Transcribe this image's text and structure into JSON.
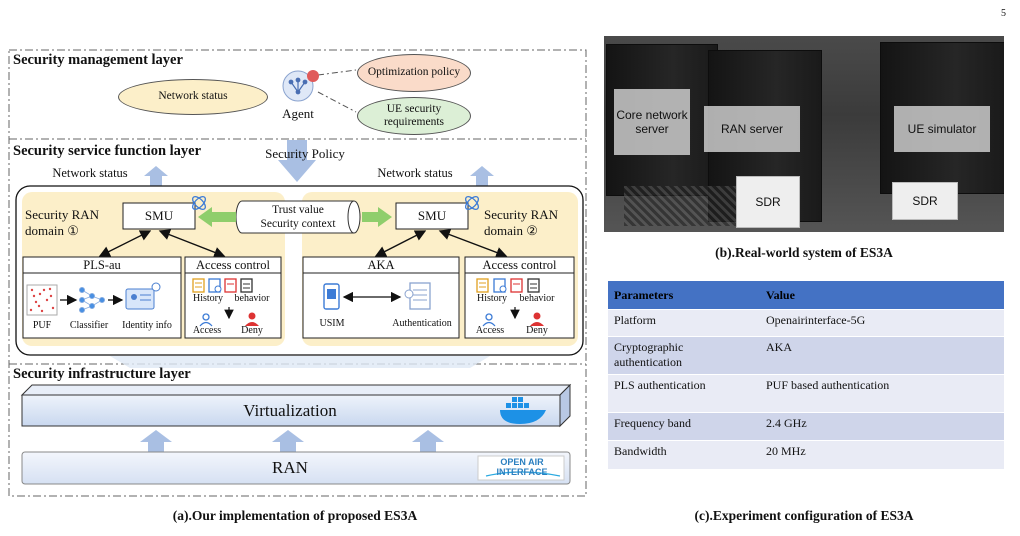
{
  "page_number": "5",
  "layers": {
    "management": "Security management layer",
    "service": "Security service function layer",
    "infrastructure": "Security infrastructure layer"
  },
  "management": {
    "network_status": "Network status",
    "optimization_policy": "Optimization policy",
    "ue_requirements": "UE security requirements",
    "agent": "Agent"
  },
  "service": {
    "security_policy": "Security Policy",
    "network_status_left": "Network status",
    "network_status_right": "Network status",
    "smu_left": "SMU",
    "smu_right": "SMU",
    "trust_value": "Trust value",
    "security_context": "Security context",
    "domain_left": "Security RAN domain ①",
    "domain_right": "Security RAN domain ②",
    "pls_au": "PLS-au",
    "puf": "PUF",
    "classifier": "Classifier",
    "identity_info": "Identity info",
    "access_control_left": "Access control",
    "access_control_right": "Access control",
    "history": "History",
    "behavior": "behavior",
    "access": "Access",
    "deny": "Deny",
    "aka": "AKA",
    "usim": "USIM",
    "authentication": "Authentication"
  },
  "infrastructure": {
    "virtualization": "Virtualization",
    "ran": "RAN",
    "oai_logo": "OPEN AIR INTERFACE"
  },
  "photo": {
    "core": "Core network server",
    "ran_server": "RAN server",
    "ue_sim": "UE simulator",
    "sdr": "SDR"
  },
  "captions": {
    "a": "(a).Our implementation of proposed ES3A",
    "b": "(b).Real-world system of ES3A",
    "c": "(c).Experiment configuration of ES3A"
  },
  "table": {
    "headers": [
      "Parameters",
      "Value"
    ],
    "rows": [
      [
        "Platform",
        "Openairinterface-5G"
      ],
      [
        "Cryptographic authentication",
        "AKA"
      ],
      [
        "PLS authentication",
        "PUF based authentication"
      ],
      [
        "Frequency band",
        "2.4 GHz"
      ],
      [
        "Bandwidth",
        "20  MHz"
      ]
    ]
  },
  "colors": {
    "header_blue": "#4472c4",
    "row_dark": "#cfd5ea",
    "row_light": "#e9ebf5",
    "domain_fill": "#fcefc9",
    "arrow_blue": "#a9bfe3",
    "green_arrow": "#8fce6c"
  }
}
